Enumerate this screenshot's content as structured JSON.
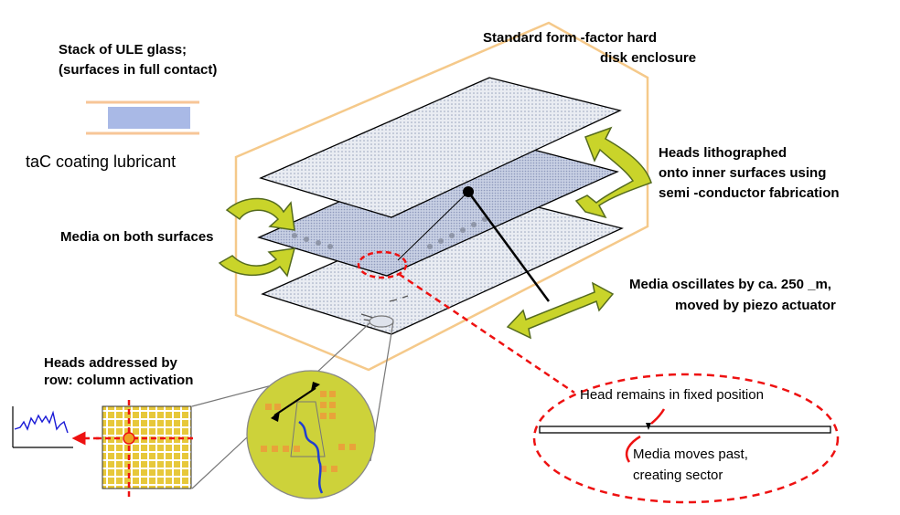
{
  "labels": {
    "stack_title_1": "Stack of ULE glass;",
    "stack_title_2": "(surfaces in full contact)",
    "coating": "taC  coating lubricant",
    "enclosure_1": "Standard form  -factor hard",
    "enclosure_2": "disk enclosure",
    "heads_litho_1": "Heads lithographed",
    "heads_litho_2": "onto inner surfaces using",
    "heads_litho_3": "semi -conductor fabrication",
    "media_both": "Media on both surfaces",
    "oscillates_1": "Media oscillates by ca. 250   _m,",
    "oscillates_2": "moved by  piezo  actuator",
    "addressed_1": "Heads addressed by",
    "addressed_2": "row: column  activation",
    "head_fixed": "Head remains in fixed position",
    "media_moves_1": "Media moves past,",
    "media_moves_2": "creating sector"
  },
  "colors": {
    "enclosure": "#f5c98a",
    "plate_fill": "#d8dde8",
    "plate_dot": "#b8c0d4",
    "glass_blue": "#a9b9e6",
    "glass_orange": "#f7c697",
    "arrow_fill": "#c9d42a",
    "arrow_stroke": "#556b1f",
    "lens_fill": "#cdd23a",
    "grid_square": "#e6c93c",
    "callout_red": "#ee1111",
    "signal_blue": "#1a1ad6",
    "chip_blue": "#1f3fd0"
  },
  "icons": {
    "curved_arrow": "green-curved-arrow-icon",
    "double_arrow": "double-arrow-icon"
  }
}
